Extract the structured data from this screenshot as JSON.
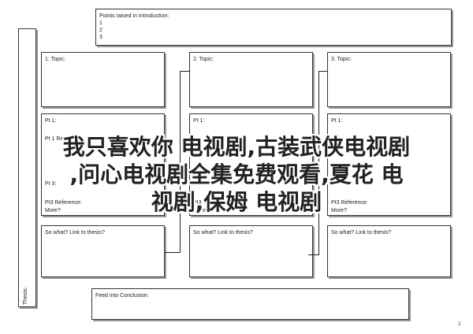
{
  "points_box": {
    "title": "Points raised in Introduction:",
    "items": [
      "1",
      "2",
      "3"
    ]
  },
  "thesis_label": "Thesis:",
  "topics": [
    {
      "topic": "1. Topic:",
      "pt1": "Pt 1:",
      "pt1_ref": "Pt 1 Reference:",
      "pt2": "",
      "pt3": "Pt 3:",
      "pt3_ref": "Pt3 Reference:",
      "more": "More?",
      "so_what": "So what?  Link to thesis?"
    },
    {
      "topic": "2. Topic:",
      "pt1": "Pt 1:",
      "pt1_ref": "",
      "pt2": "",
      "pt3": "",
      "pt3_ref": "Pt3 Reference:",
      "more": "More?",
      "so_what": "So what?  Link to thesis?"
    },
    {
      "topic": "3. Topic:",
      "pt1": "Pt 1:",
      "pt1_ref": "",
      "pt2": "",
      "pt3": "",
      "pt3_ref": "Pt3 Reference:",
      "more": "More?",
      "so_what": "So what?  Link to thesis?"
    }
  ],
  "conclusion": "Feed into Conclusion:",
  "page_number": "2",
  "overlay": {
    "line1": "我只喜欢你 电视剧,古装武侠电视剧",
    "line2": ",问心电视剧全集免费观看,夏花 电",
    "line3": "视剧,保姆 电视剧"
  }
}
